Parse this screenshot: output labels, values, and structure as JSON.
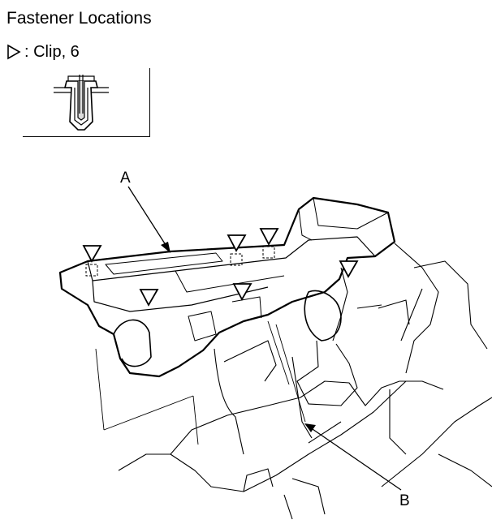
{
  "title": "Fastener Locations",
  "legend": {
    "symbol": "clip-triangle-icon",
    "text": ": Clip, 6"
  },
  "callouts": {
    "a": "A",
    "b": "B"
  },
  "colors": {
    "line": "#000000",
    "background": "#ffffff"
  }
}
